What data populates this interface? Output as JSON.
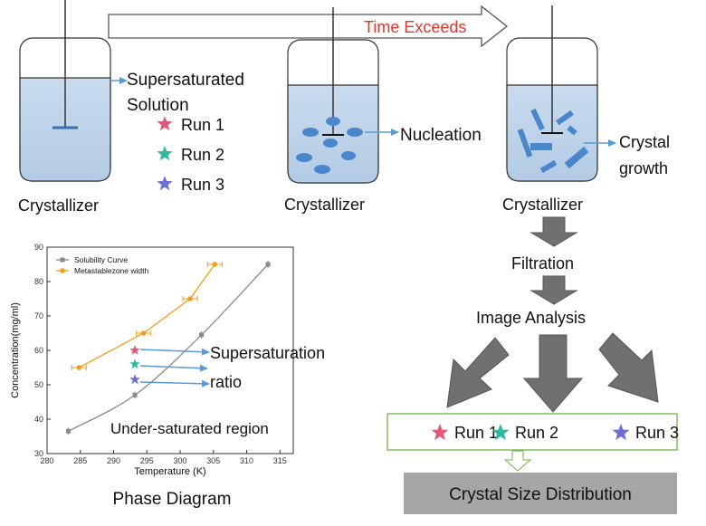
{
  "process": {
    "time_label": "Time  Exceeds",
    "crystallizer_label": "Crystallizer",
    "supersaturated_line1": "Supersaturated",
    "supersaturated_line2": "Solution",
    "nucleation_label": "Nucleation",
    "crystal_growth_line1": "Crystal",
    "crystal_growth_line2": "growth",
    "runs": [
      "Run 1",
      "Run 2",
      "Run 3"
    ],
    "run_colors": [
      "#e05a78",
      "#2ebaa0",
      "#6f6fd8"
    ],
    "filtration_label": "Filtration",
    "image_analysis_label": "Image Analysis",
    "csd_label": "Crystal Size Distribution"
  },
  "annotations": {
    "supersaturation_line1": "Supersaturation",
    "supersaturation_line2": "ratio",
    "under_saturated": "Under-saturated  region",
    "phase_diagram_title": "Phase Diagram"
  },
  "chart_data": {
    "type": "line",
    "xlabel": "Temperature (K)",
    "ylabel": "Concentration(mg/ml)",
    "xlim": [
      280,
      317
    ],
    "ylim": [
      30,
      90
    ],
    "xticks": [
      280,
      285,
      290,
      295,
      300,
      305,
      310,
      315
    ],
    "yticks": [
      30,
      40,
      50,
      60,
      70,
      80,
      90
    ],
    "series": [
      {
        "name": "Solubility Curve",
        "color": "#8a8a8a",
        "marker": "square",
        "x": [
          283.2,
          293.2,
          303.2,
          313.2
        ],
        "y": [
          36.5,
          47,
          64.5,
          85
        ]
      },
      {
        "name": "Metastablezone width",
        "color": "#f39c1e",
        "marker": "circle",
        "x": [
          284.8,
          294.5,
          301.5,
          305.2
        ],
        "y": [
          55,
          65,
          75,
          85
        ]
      }
    ],
    "run_points": [
      {
        "name": "Run 1",
        "x": 293.2,
        "y": 60
      },
      {
        "name": "Run 2",
        "x": 293.2,
        "y": 56
      },
      {
        "name": "Run 3",
        "x": 293.2,
        "y": 51.5
      }
    ]
  }
}
